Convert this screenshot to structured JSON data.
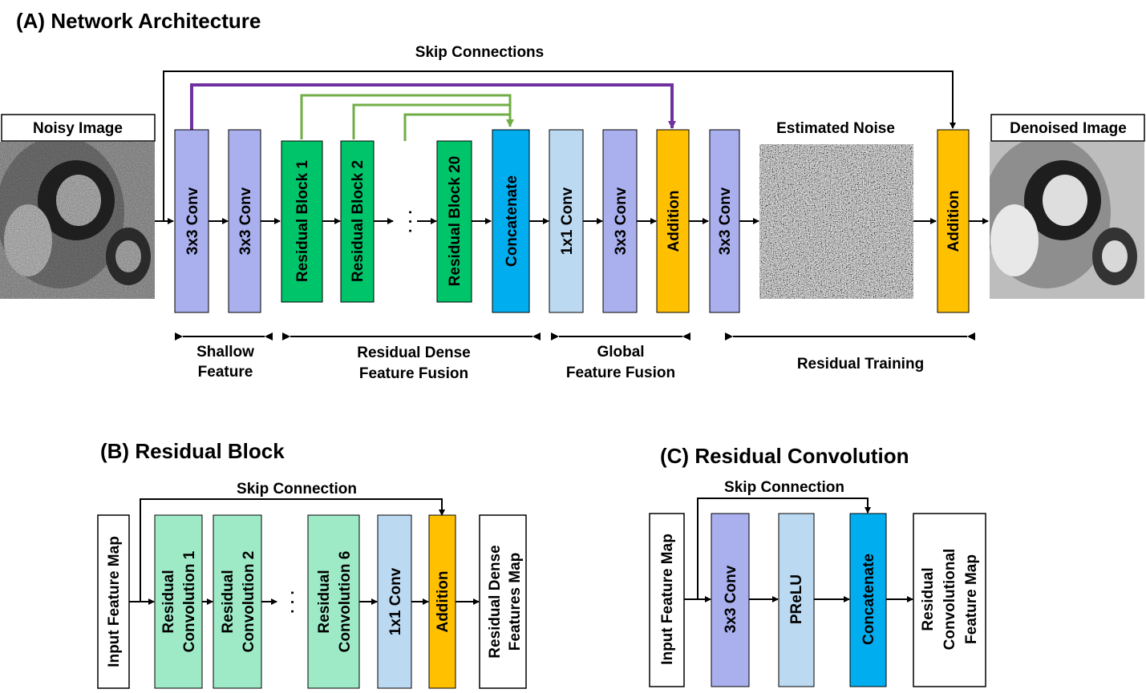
{
  "colors": {
    "conv": "#aab0ee",
    "residual_block": "#00c46a",
    "concat": "#00aeef",
    "conv1x1": "#bcd9f2",
    "addition": "#ffc000",
    "residual_conv": "#9eeac7",
    "skip_black": "#000000",
    "skip_purple": "#7030a0",
    "skip_green": "#70ad47"
  },
  "panel_a": {
    "title": "(A) Network Architecture",
    "skip_label": "Skip Connections",
    "noisy_label": "Noisy Image",
    "estimated_noise_label": "Estimated Noise",
    "denoised_label": "Denoised Image",
    "boxes": {
      "conv_a1": "3x3 Conv",
      "conv_a2": "3x3 Conv",
      "rb1": "Residual Block 1",
      "rb2": "Residual Block 2",
      "ellipsis": "· · ·",
      "rb20": "Residual Block 20",
      "concat": "Concatenate",
      "conv1x1": "1x1 Conv",
      "conv_a3": "3x3 Conv",
      "add1": "Addition",
      "conv_a4": "3x3 Conv",
      "add2": "Addition"
    },
    "sections": {
      "shallow_1": "Shallow",
      "shallow_2": "Feature",
      "rdff_1": "Residual Dense",
      "rdff_2": "Feature Fusion",
      "gff_1": "Global",
      "gff_2": "Feature Fusion",
      "rt": "Residual Training"
    }
  },
  "panel_b": {
    "title": "(B) Residual Block",
    "skip_label": "Skip Connection",
    "input": "Input Feature Map",
    "rc1_1": "Residual",
    "rc1_2": "Convolution 1",
    "rc2_1": "Residual",
    "rc2_2": "Convolution 2",
    "ellipsis": "· · ·",
    "rc6_1": "Residual",
    "rc6_2": "Convolution 6",
    "conv1x1": "1x1 Conv",
    "add": "Addition",
    "out_1": "Residual Dense",
    "out_2": "Features Map"
  },
  "panel_c": {
    "title": "(C) Residual Convolution",
    "skip_label": "Skip Connection",
    "input": "Input Feature Map",
    "conv": "3x3 Conv",
    "prelu": "PReLU",
    "concat": "Concatenate",
    "out_1": "Residual",
    "out_2": "Convolutional",
    "out_3": "Feature Map"
  }
}
